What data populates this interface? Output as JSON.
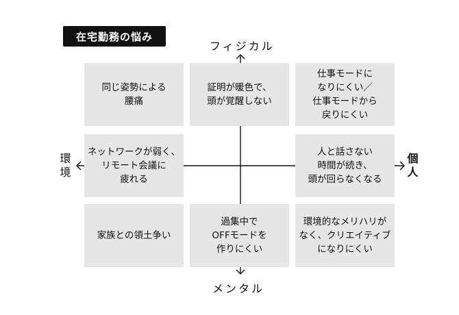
{
  "title": "在宅勤務の悩み",
  "axes": {
    "top": "フィジカル",
    "bottom": "メンタル",
    "left": [
      "環",
      "境"
    ],
    "right": [
      "個",
      "人"
    ]
  },
  "cards": [
    {
      "lines": [
        "同じ姿勢による",
        "腰痛"
      ]
    },
    {
      "lines": [
        "証明が暖色で、",
        "頭が覚醒しない"
      ]
    },
    {
      "lines": [
        "仕事モードに",
        "なりにくい／",
        "仕事モードから",
        "戻りにくい"
      ]
    },
    {
      "lines": [
        "ネットワークが弱く、",
        "リモート会議に",
        "疲れる"
      ]
    },
    {
      "lines": [
        "人と話さない",
        "時間が続き、",
        "頭が回らなくなる"
      ]
    },
    {
      "lines": [
        "家族との領土争い"
      ]
    },
    {
      "lines": [
        "過集中で",
        "OFFモードを",
        "作りにくい"
      ]
    },
    {
      "lines": [
        "環境的なメリハリが",
        "なく、クリエイティブ",
        "になりにくい"
      ]
    }
  ],
  "colors": {
    "card_bg": "#e6e6e6",
    "axis": "#111111",
    "badge_bg": "#111111",
    "badge_text": "#ffffff"
  }
}
